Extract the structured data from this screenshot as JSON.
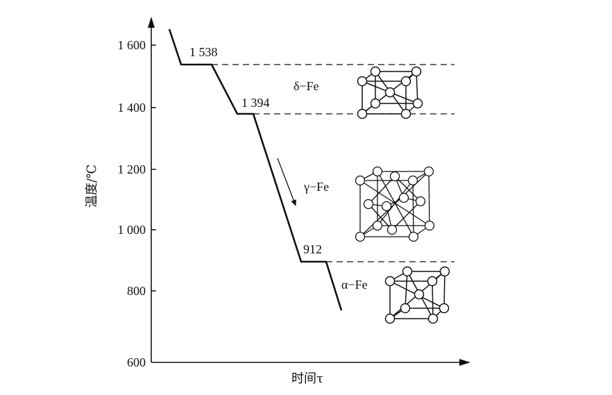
{
  "figure": {
    "y_axis": {
      "title": "温度/℃",
      "ticks": [
        {
          "value": 600,
          "label": "600"
        },
        {
          "value": 800,
          "label": "800"
        },
        {
          "value": 1000,
          "label": "1 000"
        },
        {
          "value": 1200,
          "label": "1 200"
        },
        {
          "value": 1400,
          "label": "1 400"
        },
        {
          "value": 1600,
          "label": "1 600"
        }
      ]
    },
    "x_axis": {
      "title": "时间τ"
    },
    "transitions": [
      {
        "temperature": 1538,
        "label": "1 538"
      },
      {
        "temperature": 1394,
        "label": "1 394"
      },
      {
        "temperature": 912,
        "label": "912"
      }
    ],
    "phases": [
      {
        "id": "delta",
        "label": "δ−Fe",
        "structure": "body-centered cubic"
      },
      {
        "id": "gamma",
        "label": "γ−Fe",
        "structure": "face-centered cubic"
      },
      {
        "id": "alpha",
        "label": "α−Fe",
        "structure": "body-centered cubic"
      }
    ],
    "cooling_direction": "cooling"
  }
}
